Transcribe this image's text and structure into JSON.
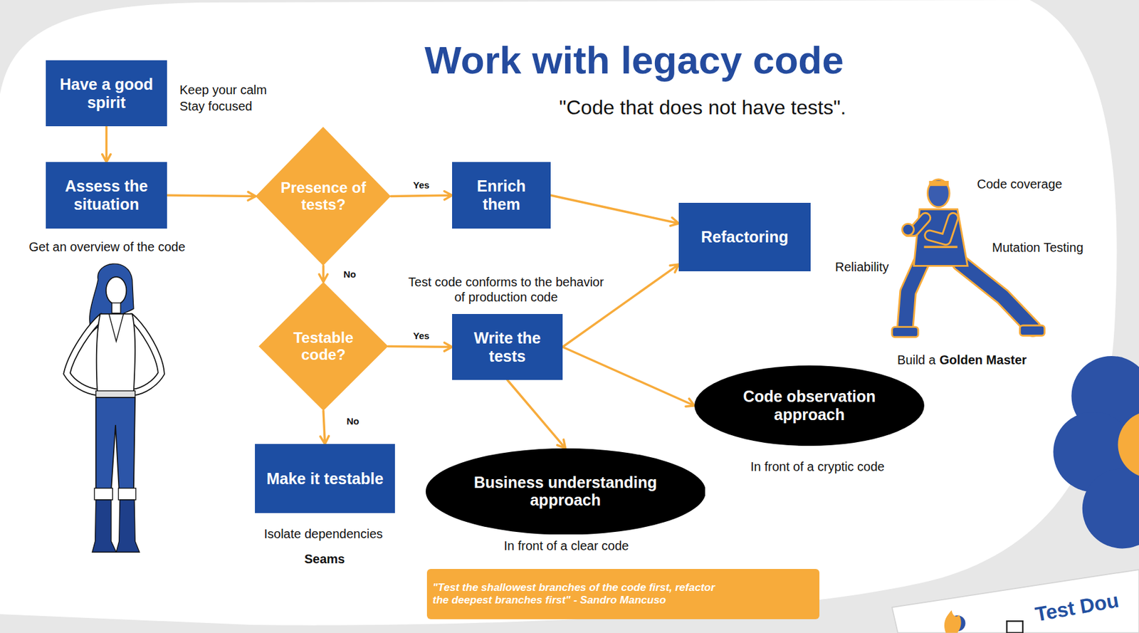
{
  "diagram": {
    "title": "Work with legacy code",
    "caption": "\"Code that does not have tests\".",
    "nodes": [
      {
        "text": [
          "Have a good spirit"
        ]
      },
      {
        "text": [
          "Assess the situation"
        ]
      },
      {
        "text": [
          "Presence of tests?"
        ]
      },
      {
        "text": [
          "Enrich them"
        ]
      },
      {
        "text": [
          "Refactoring"
        ]
      },
      {
        "text": [
          "Testable code?"
        ]
      },
      {
        "text": [
          "Write the tests"
        ]
      },
      {
        "text": [
          "Make it testable"
        ]
      },
      {
        "text": [
          "Code observation approach"
        ]
      },
      {
        "text": [
          "Business understanding approach"
        ]
      },
      {
        "text": [
          "\"Test the shallowest branches of the code first, refactor the deepest branches first\" - Sandro Mancuso"
        ]
      }
    ],
    "edges": [
      {
        "from": 0,
        "to": 1,
        "arrow": "to"
      },
      {
        "from": 1,
        "to": 2,
        "arrow": "to"
      },
      {
        "from": 2,
        "to": 3,
        "label": "Yes",
        "arrow": "to"
      },
      {
        "from": 2,
        "to": 5,
        "label": "No",
        "arrow": "to"
      },
      {
        "from": 3,
        "to": 4,
        "arrow": "to"
      },
      {
        "from": 5,
        "to": 6,
        "label": "Yes",
        "arrow": "to"
      },
      {
        "from": 5,
        "to": 7,
        "label": "No",
        "arrow": "to"
      },
      {
        "from": 6,
        "to": 4,
        "arrow": "to"
      },
      {
        "from": 6,
        "to": 8,
        "arrow": "to"
      },
      {
        "from": 6,
        "to": 9,
        "arrow": "to"
      }
    ],
    "labels": [
      "Keep your calm",
      "Stay focused",
      "Get an overview of the code",
      "Test code conforms to the behavior of production code",
      "Isolate dependencies",
      "Seams",
      "In front of a clear code",
      "In front of a cryptic code",
      "Code coverage",
      "Mutation Testing",
      "Reliability",
      "Build a",
      "Golden Master",
      "Test Dou"
    ]
  }
}
